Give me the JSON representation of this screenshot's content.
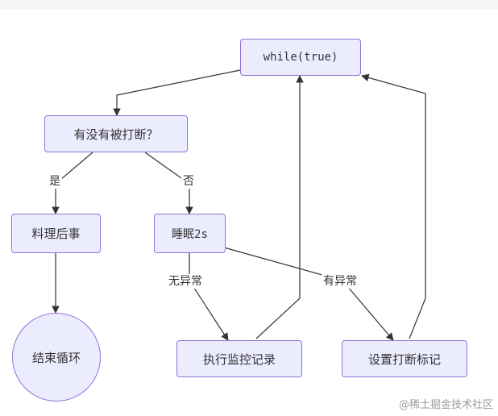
{
  "nodes": {
    "loop": "while(true)",
    "check": "有没有被打断？",
    "cleanup": "料理后事",
    "sleep": "睡眠2s",
    "end": "结束循环",
    "monitor": "执行监控记录",
    "set_flag": "设置打断标记"
  },
  "edges": {
    "yes": "是",
    "no": "否",
    "no_exception": "无异常",
    "has_exception": "有异常"
  },
  "colors": {
    "node_fill": "#ECECFF",
    "node_border": "#9370DB",
    "line": "#333333",
    "text": "#333333"
  },
  "watermark": "@稀土掘金技术社区"
}
